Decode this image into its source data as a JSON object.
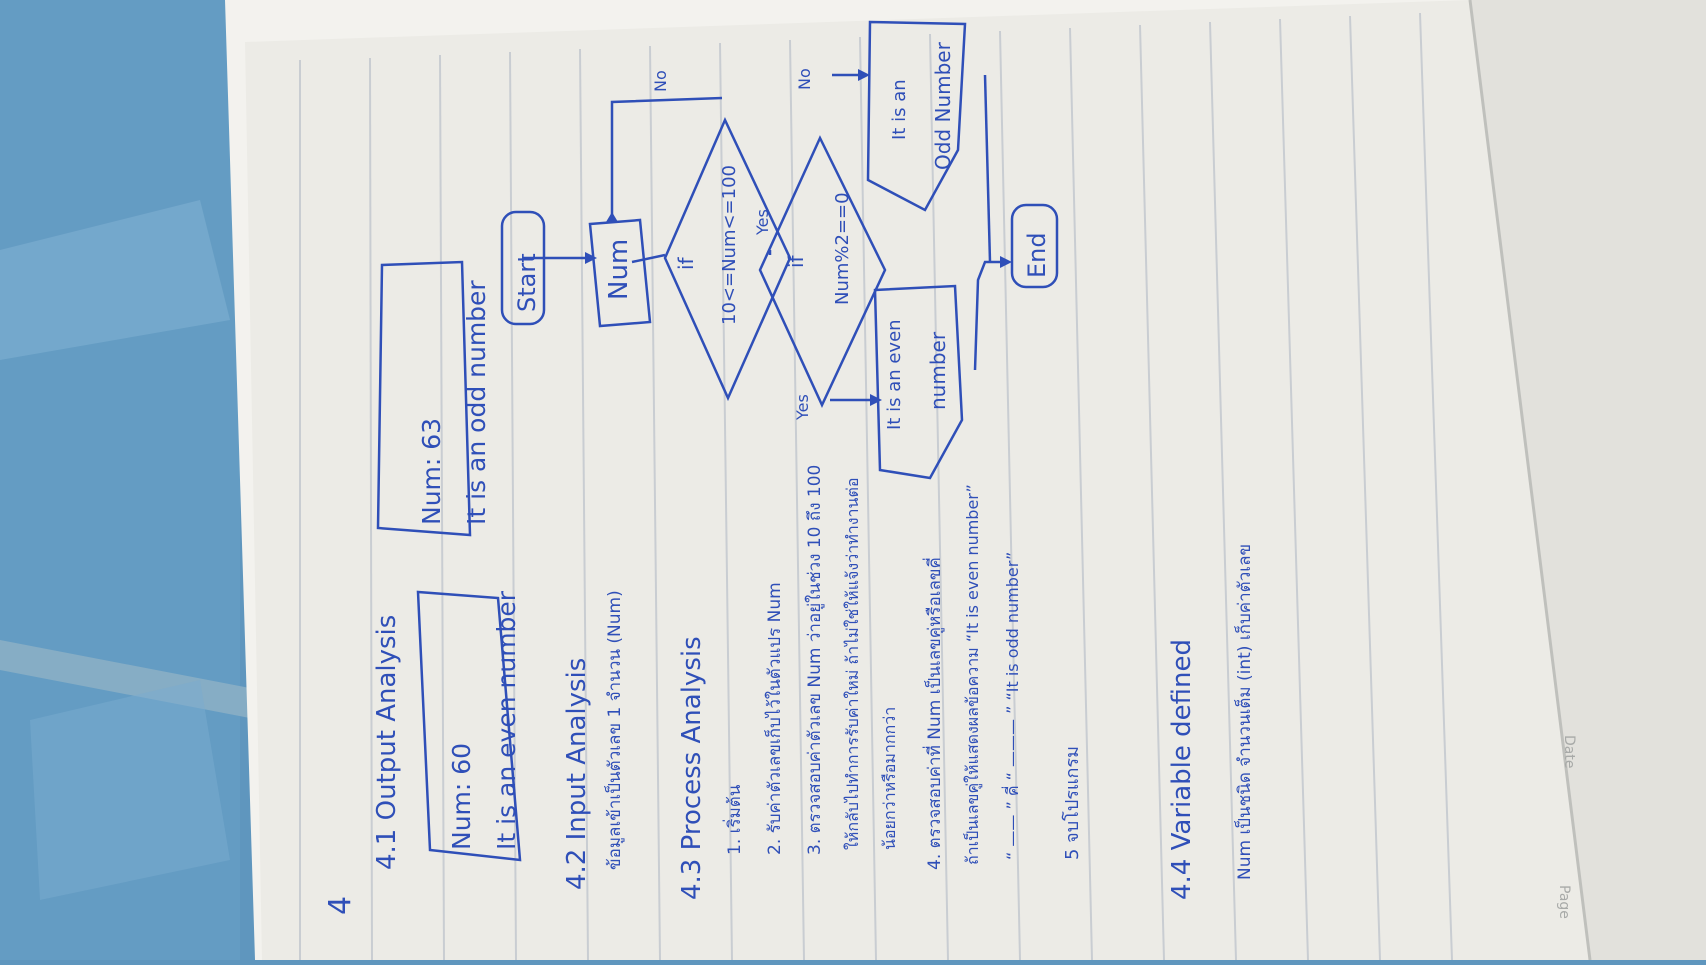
{
  "page": {
    "number": "4",
    "footer_date_label": "Date",
    "footer_page_label": "Page"
  },
  "sections": {
    "output": {
      "heading": "4.1 Output   Analysis",
      "example_even": {
        "line1": "Num: 60",
        "line2": "It is an even number"
      },
      "example_odd": {
        "line1": "Num: 63",
        "line2": "It is an odd number"
      }
    },
    "input": {
      "heading": "4.2 Input   Analysis",
      "note": "ข้อมูลเข้าเป็นตัวเลข 1 จำนวน (Num)"
    },
    "process": {
      "heading": "4.3 Process   Analysis",
      "steps": [
        "1. เริ่มต้น",
        "2. รับค่าตัวเลขเก็บไว้ในตัวแปร Num",
        "3. ตรวจสอบค่าตัวเลข Num ว่าอยู่ในช่วง 10 ถึง 100",
        "ให้กลับไปทำการรับค่าใหม่ ถ้าไม่ใช่ให้แจ้งว่าทำงานต่อ",
        "น้อยกว่าหรือมากกว่า",
        "4. ตรวจสอบค่าที่ Num เป็นเลขคู่หรือเลขคี่",
        "ถ้าเป็นเลขคู่ให้แสดงผลข้อความ “It is even number”",
        "“ —— ” คี่ “ ——— ” “It is odd number”",
        "5 จบโปรแกรม"
      ]
    },
    "variable": {
      "heading": "4.4 Variable   defined",
      "note": "Num เป็นชนิด จำนวนเต็ม (int) เก็บค่าตัวเลข"
    }
  },
  "flowchart": {
    "start": "Start",
    "input": "Num",
    "decision1": {
      "top": "if",
      "cond": "10<=Num<=100"
    },
    "decision2": {
      "top": "if",
      "cond": "Num%2==0"
    },
    "out_even": {
      "line1": "It is an even",
      "line2": "number"
    },
    "out_odd": {
      "line1": "It  is  an",
      "line2": "Odd  Number"
    },
    "end": "End",
    "labels": {
      "yes1": "Yes",
      "no1": "No",
      "yes2": "Yes",
      "no2": "No"
    }
  },
  "colors": {
    "ink": "#2f4fb8",
    "paper": "#ecebe6",
    "tile": "#5f96be",
    "rule": "#c9cdd2"
  }
}
